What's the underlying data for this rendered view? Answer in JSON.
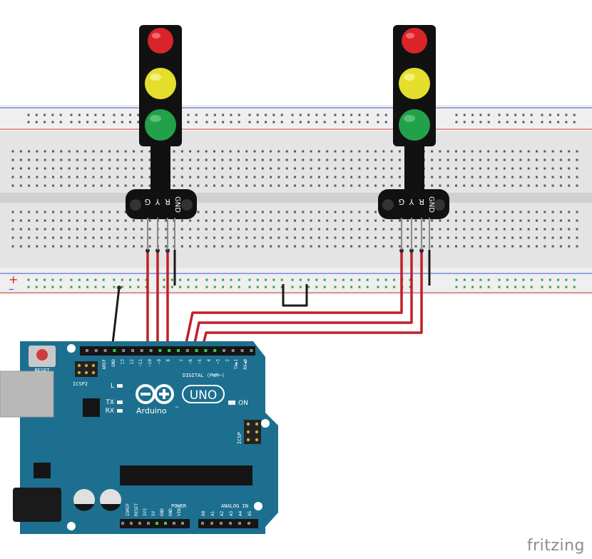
{
  "breadboard": {
    "plus_symbol": "+",
    "minus_symbol": "–"
  },
  "traffic_lights": [
    {
      "pins": [
        "G",
        "Y",
        "R",
        "GND"
      ],
      "lamp_colors": [
        "#d9242a",
        "#e3df2c",
        "#23a04a"
      ]
    },
    {
      "pins": [
        "G",
        "Y",
        "R",
        "GND"
      ],
      "lamp_colors": [
        "#d9242a",
        "#e3df2c",
        "#23a04a"
      ]
    }
  ],
  "arduino": {
    "reset_label": "RESET",
    "icsp2_label": "ICSP2",
    "icsp_label": "ICSP",
    "logo_text": "UNO",
    "brand_text": "Arduino",
    "trademark": "™",
    "on_label": "ON",
    "led_labels": [
      "L",
      "TX",
      "RX"
    ],
    "digital_label": "DIGITAL (PWM~)",
    "digital_pins": [
      "AREF",
      "GND",
      "13",
      "12",
      "~11",
      "~10",
      "~9",
      "8",
      "7",
      "~6",
      "~5",
      "4",
      "~3",
      "2",
      "TX▶1",
      "RX◀0"
    ],
    "power_label": "POWER",
    "power_pins": [
      "IOREF",
      "RESET",
      "3V3",
      "5V",
      "GND",
      "GND",
      "VIN"
    ],
    "analog_label": "ANALOG IN",
    "analog_pins": [
      "A0",
      "A1",
      "A2",
      "A3",
      "A4",
      "A5"
    ]
  },
  "wire_colors": {
    "signal": "#c0202a",
    "ground": "#1a1a1a"
  },
  "brand_mark": "fritzing"
}
